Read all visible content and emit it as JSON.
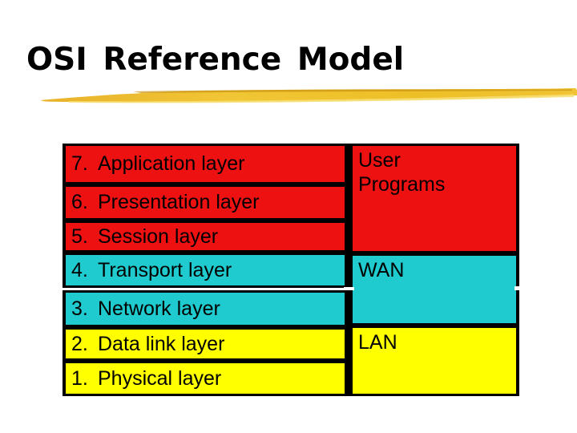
{
  "slide": {
    "title": "OSI Reference Model",
    "decorations": {
      "underline_style": "gold-brush-stroke"
    },
    "colors": {
      "background": "#FFFFFF",
      "title_text": "#000000",
      "border_black": "#000000",
      "layer_red": "#EE1111",
      "layer_cyan": "#1FCBCE",
      "layer_yellow": "#FFFF00",
      "underline_gold": "#EFC437"
    },
    "table": {
      "layers": [
        {
          "num": "7.",
          "name": "Application layer"
        },
        {
          "num": "6.",
          "name": "Presentation layer"
        },
        {
          "num": "5.",
          "name": "Session layer"
        },
        {
          "num": "4.",
          "name": "Transport layer"
        },
        {
          "num": "3.",
          "name": "Network layer"
        },
        {
          "num": "2.",
          "name": "Data link layer"
        },
        {
          "num": "1.",
          "name": "Physical layer"
        }
      ],
      "groups": [
        {
          "lines": [
            "User",
            "Programs"
          ]
        },
        {
          "lines": [
            "WAN"
          ]
        },
        {
          "lines": [
            "LAN"
          ]
        }
      ]
    }
  }
}
